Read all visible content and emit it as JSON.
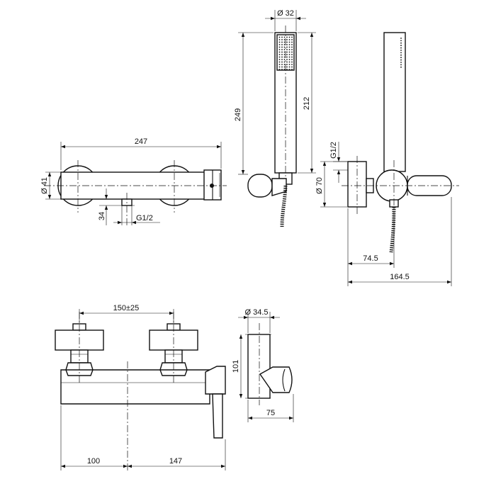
{
  "drawing": {
    "line_color": "#111111",
    "background": "#ffffff",
    "dimensions": {
      "top_width": "247",
      "top_body_dia": "Ø 41",
      "top_spout_drop": "34",
      "top_spout_thread": "G1/2",
      "hand_shower_dia": "Ø 32",
      "hand_shower_total": "249",
      "hand_shower_head": "212",
      "side_thread": "G1/2",
      "side_rosette_dia": "Ø 70",
      "side_depth_short": "74.5",
      "side_depth_total": "164.5",
      "front_centres": "150±25",
      "front_left": "100",
      "front_right": "147",
      "holder_dia": "Ø 34.5",
      "holder_height": "101",
      "holder_depth": "75"
    }
  }
}
